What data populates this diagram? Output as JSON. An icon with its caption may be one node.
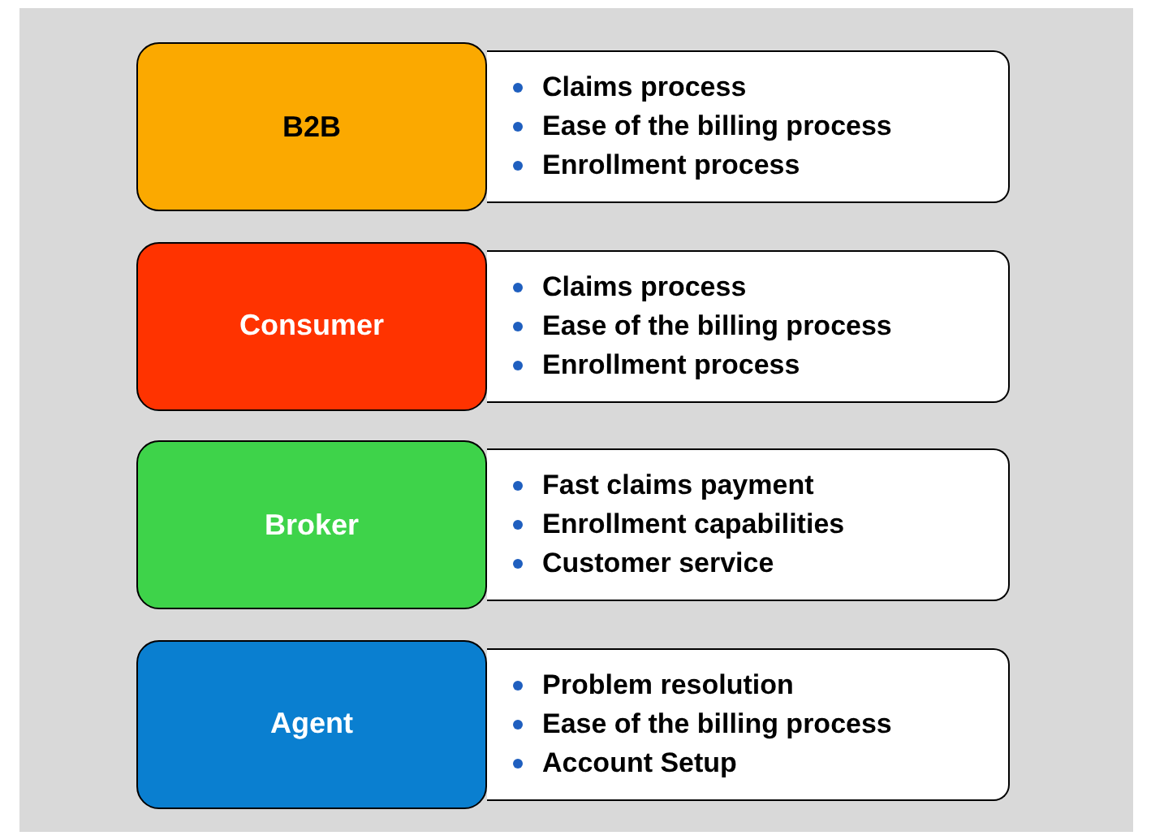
{
  "diagram": {
    "nodes": [
      {
        "text": [
          "B2B"
        ]
      },
      {
        "text": [
          "Claims process",
          "Ease of the billing process",
          "Enrollment process"
        ]
      },
      {
        "text": [
          "Consumer"
        ]
      },
      {
        "text": [
          "Claims process",
          "Ease of the billing process",
          "Enrollment process"
        ]
      },
      {
        "text": [
          "Broker"
        ]
      },
      {
        "text": [
          "Fast claims payment",
          "Enrollment capabilities",
          "Customer service"
        ]
      },
      {
        "text": [
          "Agent"
        ]
      },
      {
        "text": [
          "Problem resolution",
          "Ease of the billing process",
          "Account Setup"
        ]
      }
    ]
  }
}
